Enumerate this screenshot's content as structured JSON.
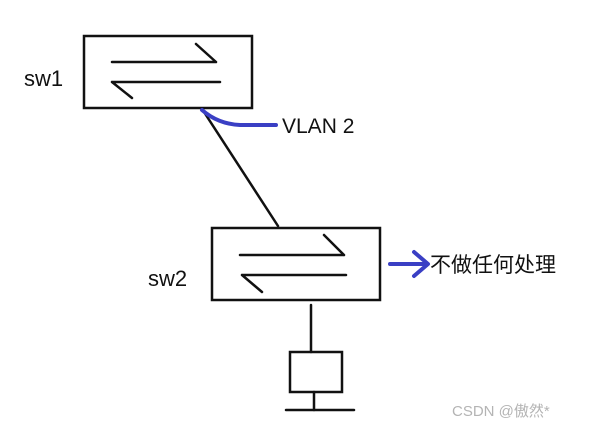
{
  "nodes": {
    "sw1": {
      "label": "sw1"
    },
    "sw2": {
      "label": "sw2"
    }
  },
  "annotations": {
    "vlan": "VLAN 2",
    "sw2_action": "不做任何处理"
  },
  "watermark": "CSDN @傲然*",
  "colors": {
    "stroke": "#111111",
    "highlight": "#3a3fc4",
    "watermark": "#b4b4b4"
  }
}
